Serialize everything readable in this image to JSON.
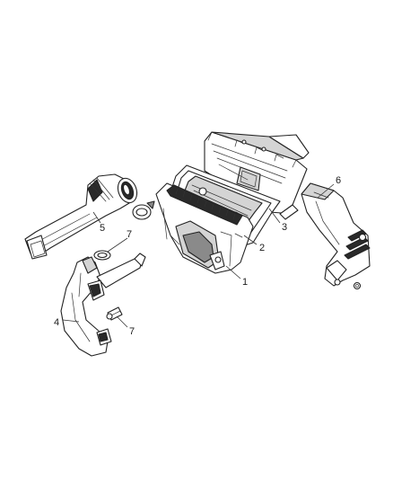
{
  "diagram": {
    "callouts": [
      {
        "id": "1",
        "label": "1"
      },
      {
        "id": "2",
        "label": "2"
      },
      {
        "id": "3",
        "label": "3"
      },
      {
        "id": "4",
        "label": "4"
      },
      {
        "id": "5",
        "label": "5"
      },
      {
        "id": "6",
        "label": "6"
      },
      {
        "id": "7a",
        "label": "7"
      },
      {
        "id": "7b",
        "label": "7"
      }
    ]
  }
}
